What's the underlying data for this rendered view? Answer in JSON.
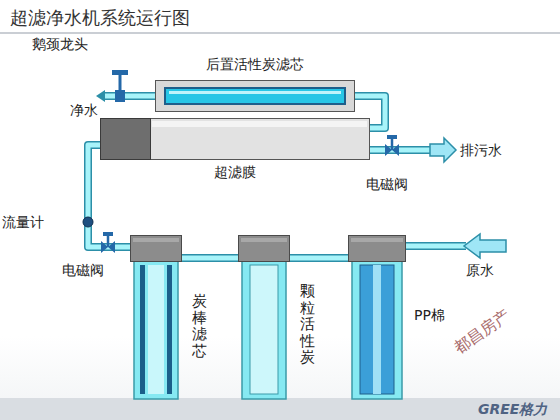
{
  "diagram": {
    "title": "超滤净水机系统运行图",
    "nodes": [
      {
        "text": [
          "后置活性炭滤芯"
        ]
      },
      {
        "text": [
          "超滤膜"
        ]
      },
      {
        "text": [
          "炭棒滤芯"
        ]
      },
      {
        "text": [
          "颗粒活性炭"
        ]
      },
      {
        "text": [
          "PP棉"
        ]
      }
    ],
    "edges": [
      {
        "from": 4,
        "to": 3,
        "arrow": "none"
      },
      {
        "from": 3,
        "to": 2,
        "arrow": "none"
      },
      {
        "from": 2,
        "to": 1,
        "arrow": "none"
      },
      {
        "from": 1,
        "to": 0,
        "arrow": "none"
      }
    ],
    "labels": [
      "鹅颈龙头",
      "净水",
      "电磁阀",
      "排污水",
      "流量计",
      "电磁阀",
      "原水",
      "都昌房产",
      "GREE格力"
    ]
  }
}
